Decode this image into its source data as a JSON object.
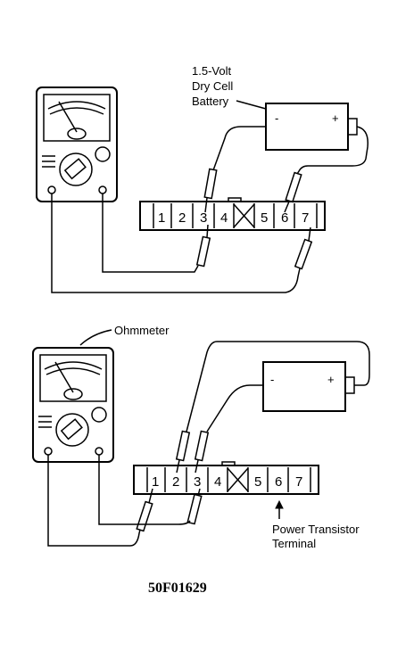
{
  "labels": {
    "battery_line1": "1.5-Volt",
    "battery_line2": "Dry Cell",
    "battery_line3": "Battery",
    "ohmmeter": "Ohmmeter",
    "terminal_line1": "Power Transistor",
    "terminal_line2": "Terminal",
    "figure_code": "50F01629"
  },
  "battery": {
    "minus": "-",
    "plus": "+"
  },
  "terminals": [
    "1",
    "2",
    "3",
    "4",
    "5",
    "6",
    "7"
  ]
}
